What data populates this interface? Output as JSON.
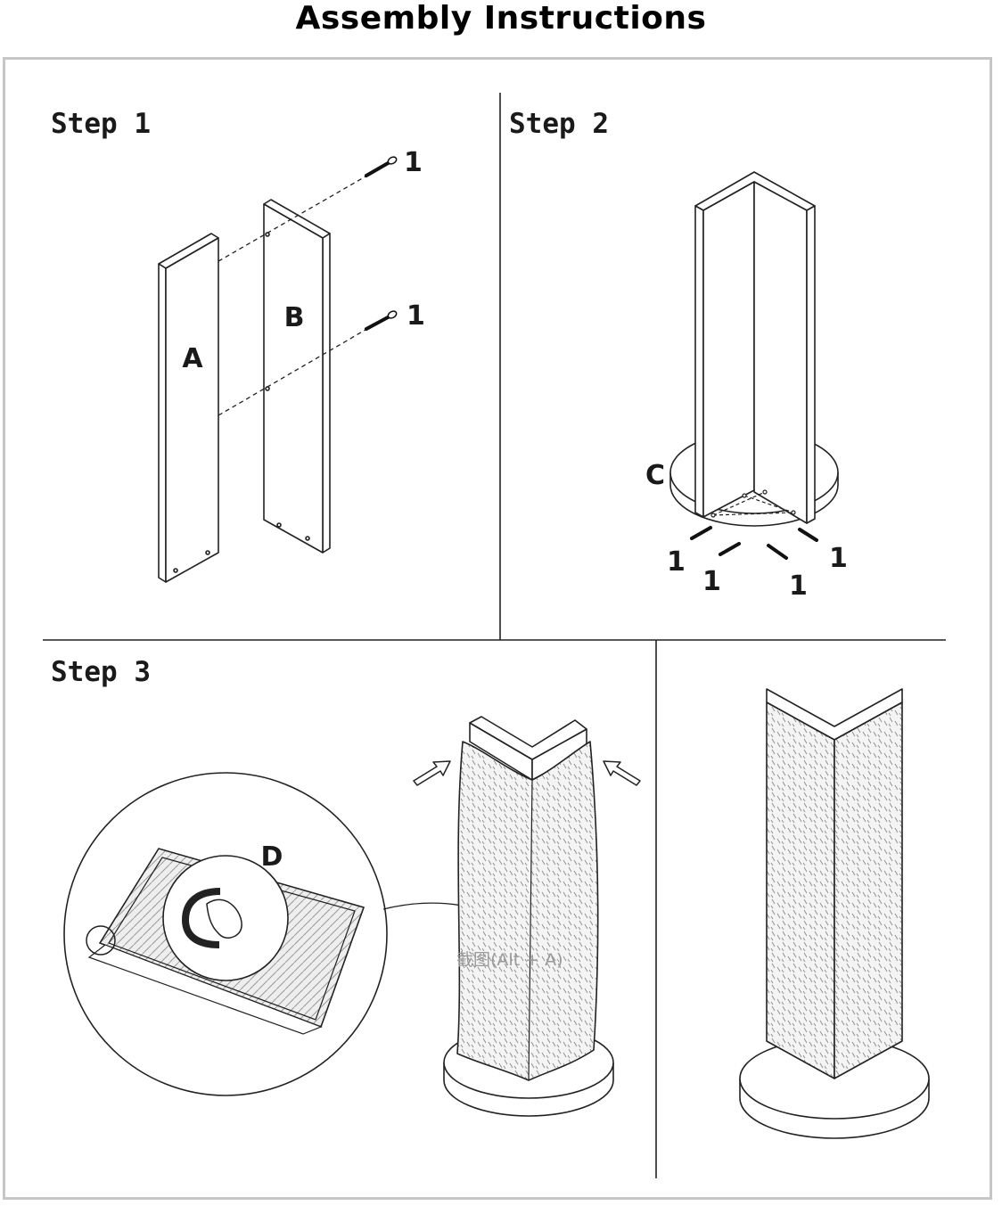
{
  "title": "Assembly Instructions",
  "steps": [
    {
      "label": "Step 1"
    },
    {
      "label": "Step 2"
    },
    {
      "label": "Step 3"
    }
  ],
  "parts": {
    "a": "A",
    "b": "B",
    "c": "C",
    "d": "D"
  },
  "callouts": {
    "screw_1": "1",
    "screw_2": "1",
    "screw_3": "1",
    "screw_4": "1",
    "screw_5": "1",
    "screw_6": "1"
  },
  "watermark": "截图(Alt + A)"
}
